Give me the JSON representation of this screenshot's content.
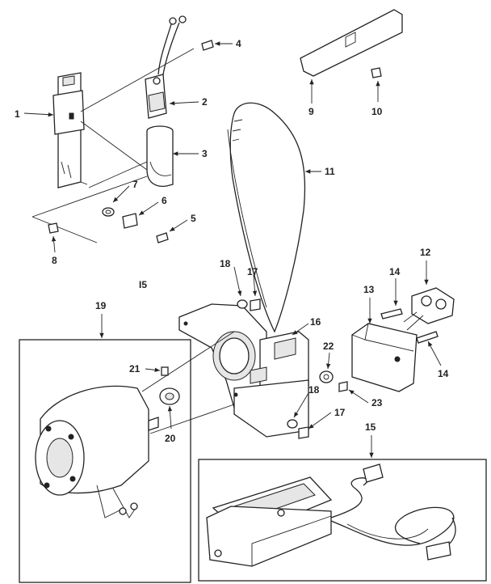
{
  "callouts": {
    "c1": "1",
    "c2": "2",
    "c3": "3",
    "c4": "4",
    "c5": "5",
    "c6": "6",
    "c7": "7",
    "c8": "8",
    "c9": "9",
    "c10": "10",
    "c11": "11",
    "c12": "12",
    "c13": "13",
    "c14a": "14",
    "c14b": "14",
    "c15": "15",
    "c15b": "I5",
    "c16": "16",
    "c17a": "17",
    "c17b": "17",
    "c18a": "18",
    "c18b": "18",
    "c19": "19",
    "c20": "20",
    "c21": "21",
    "c22": "22",
    "c23": "23"
  }
}
